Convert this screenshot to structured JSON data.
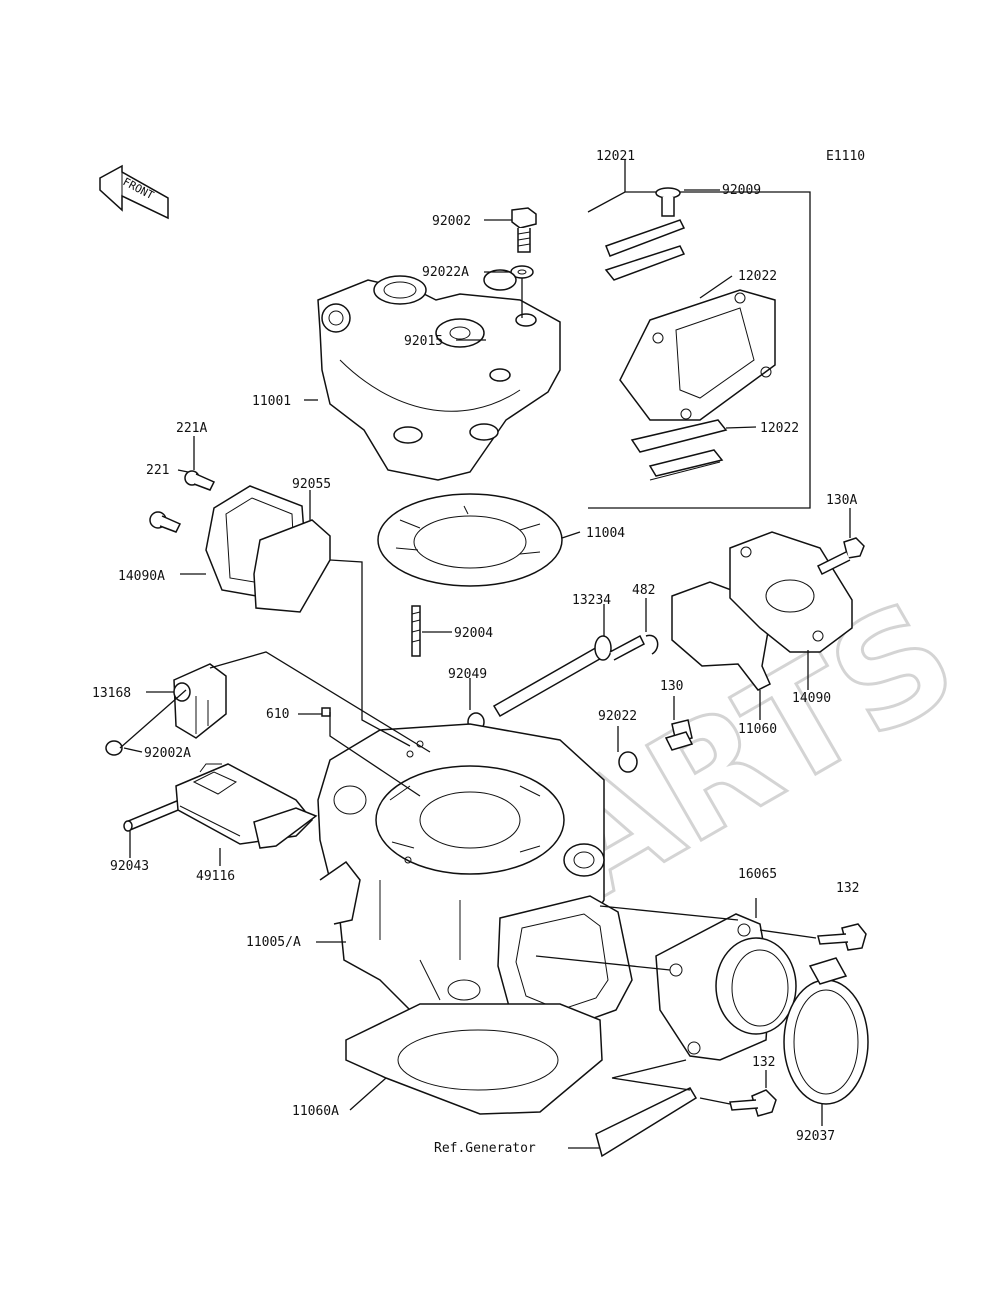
{
  "diagram": {
    "figure_code": "E1110",
    "front_label": "FRONT",
    "watermark": "KPARTS",
    "ref_label": "Ref.Generator",
    "parts": [
      {
        "id": "p12021",
        "label": "12021"
      },
      {
        "id": "p92009",
        "label": "92009"
      },
      {
        "id": "p92002",
        "label": "92002"
      },
      {
        "id": "p92022A",
        "label": "92022A"
      },
      {
        "id": "p12022a",
        "label": "12022"
      },
      {
        "id": "p92015",
        "label": "92015"
      },
      {
        "id": "p11001",
        "label": "11001"
      },
      {
        "id": "p12022b",
        "label": "12022"
      },
      {
        "id": "p221A",
        "label": "221A"
      },
      {
        "id": "p221",
        "label": "221"
      },
      {
        "id": "p92055",
        "label": "92055"
      },
      {
        "id": "p130A",
        "label": "130A"
      },
      {
        "id": "p11004",
        "label": "11004"
      },
      {
        "id": "p14090A",
        "label": "14090A"
      },
      {
        "id": "p13234",
        "label": "13234"
      },
      {
        "id": "p482",
        "label": "482"
      },
      {
        "id": "p92004",
        "label": "92004"
      },
      {
        "id": "p92049",
        "label": "92049"
      },
      {
        "id": "p130",
        "label": "130"
      },
      {
        "id": "p14090",
        "label": "14090"
      },
      {
        "id": "p13168",
        "label": "13168"
      },
      {
        "id": "p610",
        "label": "610"
      },
      {
        "id": "p92022",
        "label": "92022"
      },
      {
        "id": "p11060",
        "label": "11060"
      },
      {
        "id": "p92002A",
        "label": "92002A"
      },
      {
        "id": "p92043",
        "label": "92043"
      },
      {
        "id": "p49116",
        "label": "49116"
      },
      {
        "id": "p16065",
        "label": "16065"
      },
      {
        "id": "p132a",
        "label": "132"
      },
      {
        "id": "p11005A",
        "label": "11005/A"
      },
      {
        "id": "p11060A",
        "label": "11060A"
      },
      {
        "id": "p132b",
        "label": "132"
      },
      {
        "id": "p92037",
        "label": "92037"
      }
    ]
  }
}
